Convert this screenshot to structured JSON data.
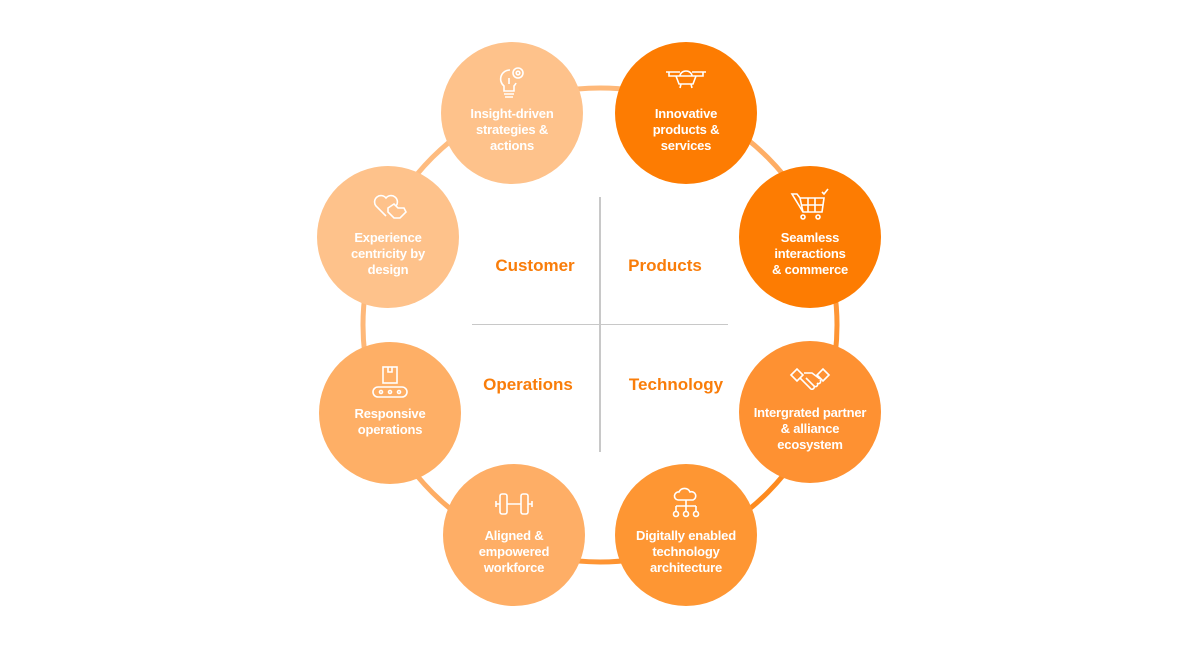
{
  "colors": {
    "dark_orange": "#fd7c02",
    "mid_orange": "#fe9132",
    "light_orange": "#feae66",
    "pale_orange": "#fec28b",
    "quadrant_text": "#f97d0a",
    "divider": "#c8c8c8"
  },
  "quadrants": {
    "customer": "Customer",
    "products": "Products",
    "operations": "Operations",
    "technology": "Technology"
  },
  "nodes": [
    {
      "label": "Insight-driven\nstrategies &\nactions",
      "icon": "lightbulb-gear-icon"
    },
    {
      "label": "Innovative\nproducts &\nservices",
      "icon": "drone-icon"
    },
    {
      "label": "Seamless\ninteractions\n& commerce",
      "icon": "shopping-cart-check-icon"
    },
    {
      "label": "Intergrated partner\n& alliance\necosystem",
      "icon": "handshake-icon"
    },
    {
      "label": "Digitally enabled\ntechnology\narchitecture",
      "icon": "cloud-network-icon"
    },
    {
      "label": "Aligned &\nempowered\nworkforce",
      "icon": "dumbbell-icon"
    },
    {
      "label": "Responsive\noperations",
      "icon": "conveyor-box-icon"
    },
    {
      "label": "Experience\ncentricity by\ndesign",
      "icon": "heart-hand-icon"
    }
  ]
}
